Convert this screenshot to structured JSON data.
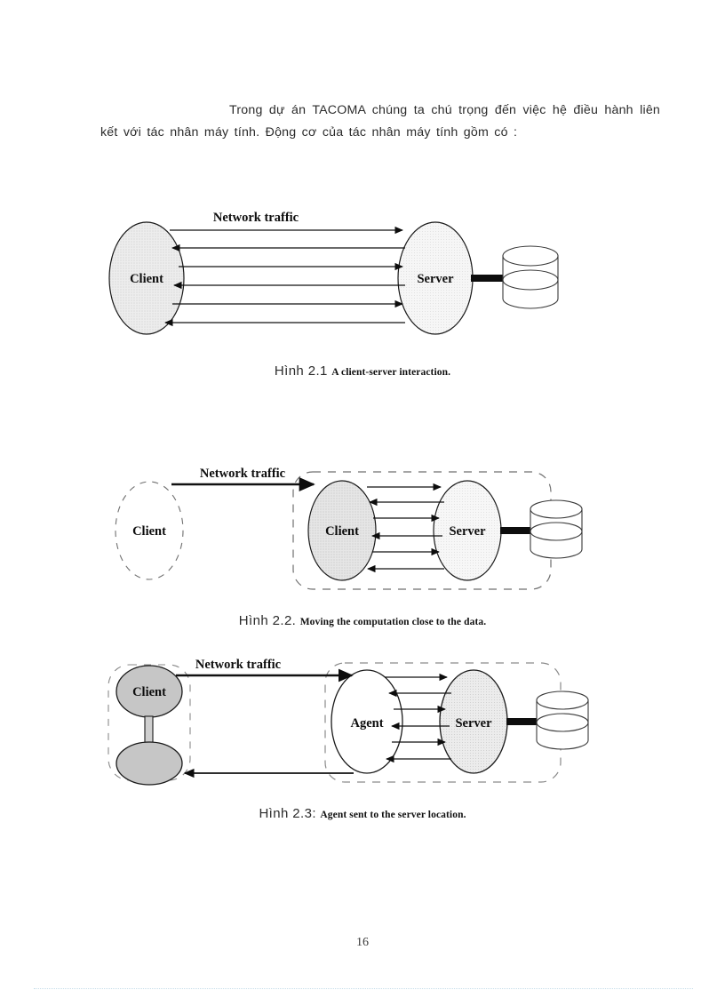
{
  "document": {
    "paragraph": "Trong dự án TACOMA  chúng ta chú trọng đến việc hệ điều hành liên kết với tác nhân máy tính. Động cơ của tác nhân máy tính gồm có :",
    "page_number": "16"
  },
  "figures": [
    {
      "id": "figure-2-1",
      "caption_number": "Hình 2.1",
      "caption_text": "A client-server interaction.",
      "traffic_label": "Network traffic",
      "nodes": [
        {
          "name": "client",
          "label": "Client",
          "fill": "#e8e8e8",
          "style": "solid"
        },
        {
          "name": "server",
          "label": "Server",
          "fill": "#f3f3f3",
          "style": "solid"
        },
        {
          "name": "database",
          "label": "",
          "fill": "#ffffff",
          "style": "cylinder"
        }
      ],
      "arrow_count": 6,
      "arrow_directions": [
        "right",
        "left",
        "right",
        "left",
        "right",
        "left"
      ]
    },
    {
      "id": "figure-2-2",
      "caption_number": "Hình 2.2.",
      "caption_text": "Moving  the computation  close to the data.",
      "traffic_label": "Network traffic",
      "nodes": [
        {
          "name": "client-origin",
          "label": "Client",
          "fill": "#ffffff",
          "style": "dashed"
        },
        {
          "name": "client-moved",
          "label": "Client",
          "fill": "#e3e3e3",
          "style": "solid"
        },
        {
          "name": "server",
          "label": "Server",
          "fill": "#f4f4f4",
          "style": "solid"
        },
        {
          "name": "database",
          "label": "",
          "fill": "#ffffff",
          "style": "cylinder"
        }
      ],
      "arrow_count": 6,
      "arrow_directions": [
        "right",
        "left",
        "right",
        "left",
        "right",
        "left"
      ]
    },
    {
      "id": "figure-2-3",
      "caption_number": "Hình 2.3:",
      "caption_text": "Agent sent to the server location.",
      "traffic_label": "Network traffic",
      "nodes": [
        {
          "name": "client",
          "label": "Client",
          "fill": "#c8c8c8",
          "style": "solid"
        },
        {
          "name": "client-stack",
          "label": "",
          "fill": "#c8c8c8",
          "style": "solid"
        },
        {
          "name": "agent",
          "label": "Agent",
          "fill": "#ffffff",
          "style": "solid"
        },
        {
          "name": "server",
          "label": "Server",
          "fill": "#ebebeb",
          "style": "solid"
        },
        {
          "name": "database",
          "label": "",
          "fill": "#ffffff",
          "style": "cylinder"
        }
      ],
      "arrow_count": 6,
      "arrow_directions": [
        "right",
        "left",
        "right",
        "left",
        "right",
        "left"
      ],
      "return_arrow_direction": "left"
    }
  ],
  "colors": {
    "ink": "#111111",
    "text": "#2b2b2b",
    "rule": "#bcd6e6",
    "node_gray_dark": "#c8c8c8",
    "node_gray_mid": "#e3e3e3",
    "node_gray_light": "#f3f3f3"
  }
}
